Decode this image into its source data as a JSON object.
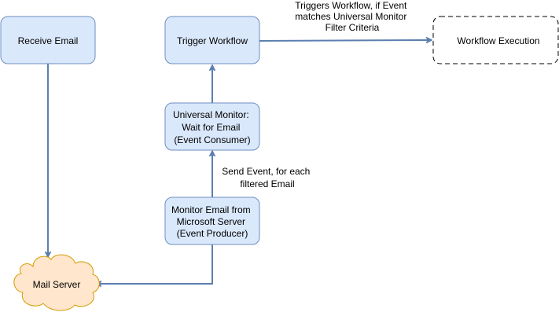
{
  "diagram": {
    "colors": {
      "node_fill": "#dae8fc",
      "node_stroke": "#6c8ebf",
      "edge": "#5b7fb0",
      "cloud_fill": "#ffe6cc",
      "cloud_stroke": "#d79b00",
      "dashed_stroke": "#000000"
    },
    "nodes": {
      "receive_email": {
        "lines": [
          "Receive Email"
        ]
      },
      "trigger_workflow": {
        "lines": [
          "Trigger Workflow"
        ]
      },
      "workflow_execution": {
        "lines": [
          "Workflow Execution"
        ]
      },
      "universal_monitor": {
        "lines": [
          "Universal Monitor:",
          "Wait for Email",
          "(Event Consumer)"
        ]
      },
      "monitor_email": {
        "lines": [
          "Monitor Email from",
          "Microsoft Server",
          "(Event Producer)"
        ]
      },
      "mail_server": {
        "lines": [
          "Mail Server"
        ]
      }
    },
    "edge_labels": {
      "triggers": {
        "lines": [
          "Triggers Workflow, if Event",
          "matches Universal Monitor",
          "Filter Criteria"
        ]
      },
      "send_event": {
        "lines": [
          "Send Event, for each",
          "filtered Email"
        ]
      }
    }
  }
}
